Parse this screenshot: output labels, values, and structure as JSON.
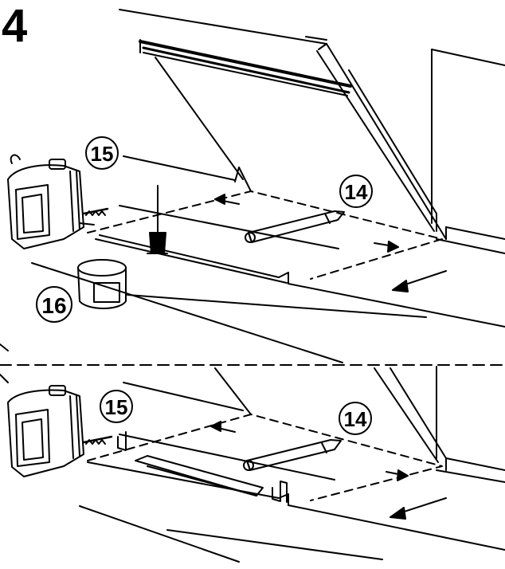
{
  "step": {
    "number": "4"
  },
  "callouts": {
    "top_saw": "15",
    "top_pencil": "14",
    "top_glue": "16",
    "bottom_saw": "15",
    "bottom_pencil": "14"
  },
  "colors": {
    "ink": "#000000",
    "paper": "#ffffff"
  },
  "icons": [
    "jigsaw-icon",
    "pencil-icon",
    "glue-brush-icon",
    "glue-pot-icon",
    "clip-icon"
  ]
}
